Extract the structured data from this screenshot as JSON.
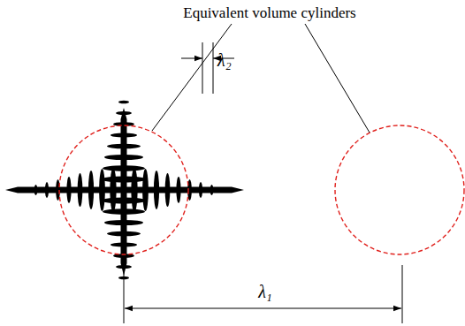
{
  "diagram": {
    "labels": [
      "Equivalent volume cylinders",
      "λ₂",
      "λ₁"
    ]
  }
}
